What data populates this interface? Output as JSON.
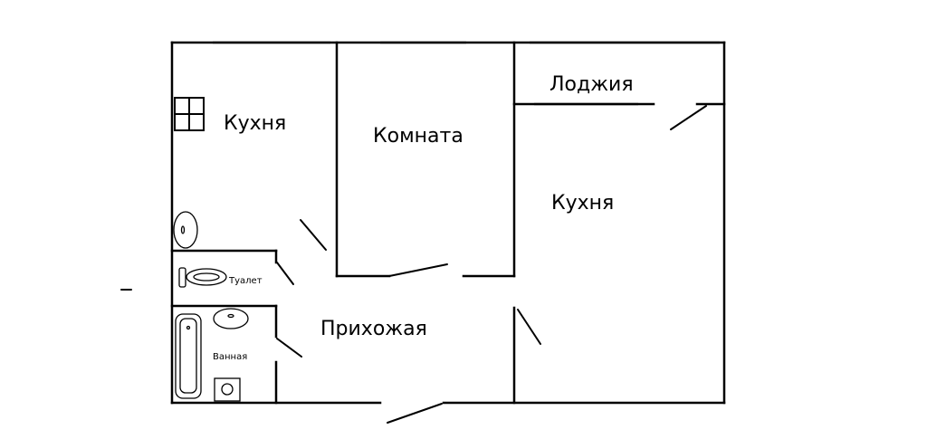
{
  "rooms": {
    "kitchen_left": "Кухня",
    "room": "Комната",
    "loggia": "Лоджия",
    "kitchen_right": "Кухня",
    "hallway": "Прихожая",
    "toilet": "Туалет",
    "bathroom": "Ванная"
  },
  "colors": {
    "wall": "#000000",
    "window": "#a9a9a9",
    "background": "#ffffff"
  },
  "icons": [
    "window-icon",
    "sink-icon",
    "toilet-icon",
    "bathtub-icon",
    "washbasin-icon",
    "washing-machine-icon"
  ]
}
